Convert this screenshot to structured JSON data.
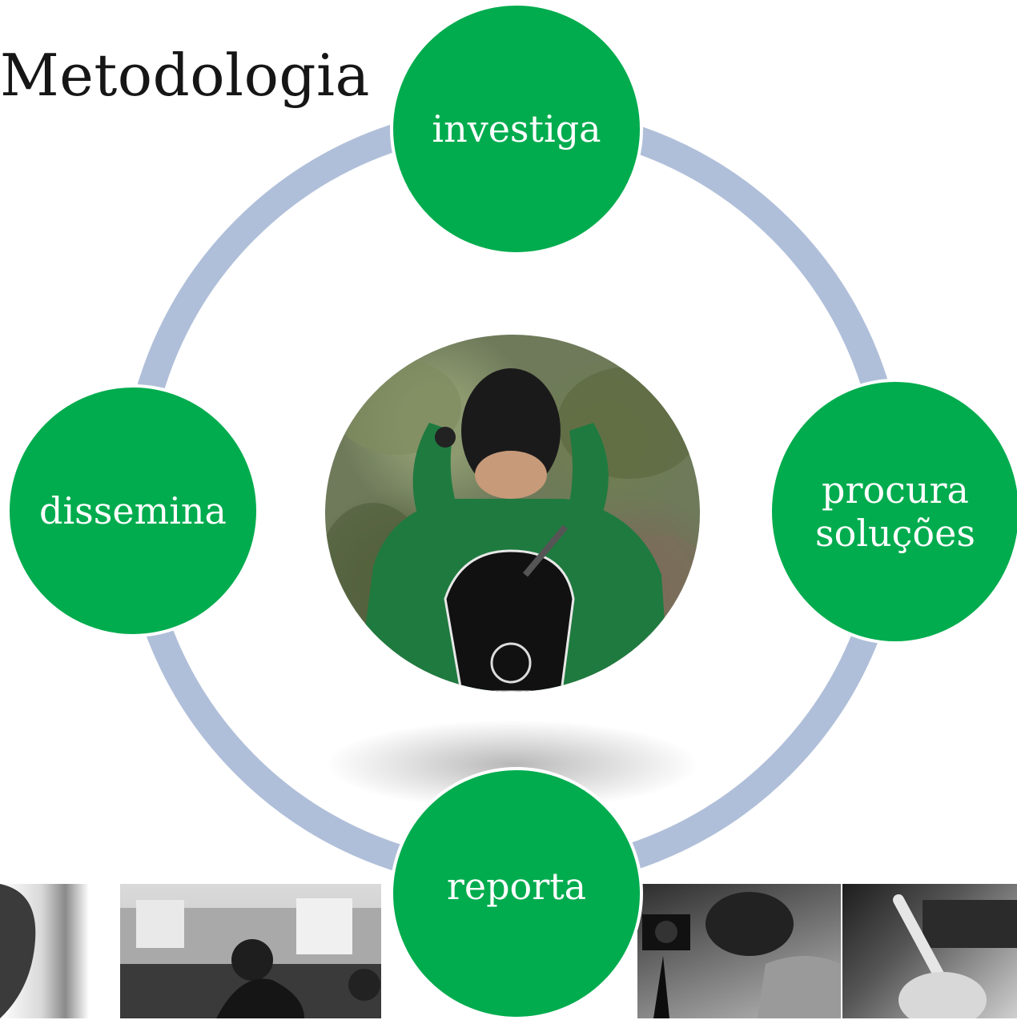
{
  "title": "Metodologia",
  "nodes": {
    "top": {
      "lines": [
        "investiga"
      ]
    },
    "right": {
      "lines": [
        "procura",
        "soluções"
      ]
    },
    "bottom": {
      "lines": [
        "reporta"
      ]
    },
    "left": {
      "lines": [
        "dissemina"
      ]
    }
  },
  "colors": {
    "node_fill": "#00ac4e",
    "ring": "#b0bfd9",
    "title_text": "#161616"
  }
}
